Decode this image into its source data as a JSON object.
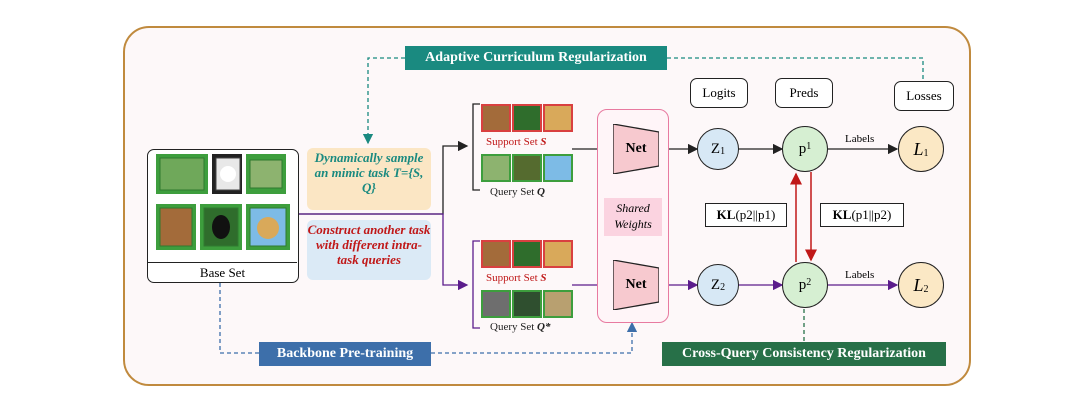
{
  "banners": {
    "top": "Adaptive Curriculum Regularization",
    "bottom_left": "Backbone Pre-training",
    "bottom_right": "Cross-Query Consistency Regularization"
  },
  "base_set": {
    "label": "Base Set"
  },
  "notes": {
    "top": "Dynamically sample an mimic task T={S, Q}",
    "bottom": "Construct another task with different intra-task queries"
  },
  "sets": {
    "support_top": {
      "text": "Support Set ",
      "symbol": "S"
    },
    "query_top": {
      "text": "Query Set ",
      "symbol": "Q"
    },
    "support_bottom": {
      "text": "Support Set ",
      "symbol": "S"
    },
    "query_bottom": {
      "text": "Query Set ",
      "symbol": "Q*"
    }
  },
  "net": {
    "top": "Net",
    "bottom": "Net",
    "shared": "Shared Weights"
  },
  "header_boxes": {
    "logits": "Logits",
    "preds": "Preds",
    "losses": "Losses"
  },
  "nodes": {
    "z1": {
      "base": "Z",
      "sub": "1"
    },
    "z2": {
      "base": "Z",
      "sub": "2"
    },
    "p1": {
      "base": "p",
      "sub": "1"
    },
    "p2": {
      "base": "p",
      "sub": "2"
    },
    "l1": {
      "base": "L",
      "sub": "1"
    },
    "l2": {
      "base": "L",
      "sub": "2"
    }
  },
  "edge_labels": {
    "labels_top": "Labels",
    "labels_bottom": "Labels"
  },
  "kl": {
    "left": {
      "bold": "KL",
      "rest": "(p2||p1)"
    },
    "right": {
      "bold": "KL",
      "rest": "(p1||p2)"
    }
  },
  "colors": {
    "teal": "#1a8a80",
    "blue": "#3d6faa",
    "green": "#277048",
    "red": "#c01818",
    "purple": "#5b1c8c",
    "circle_fill": "#d6efd2",
    "loss_fill": "#fbe8c5",
    "note_top_fill": "#fbe6c4",
    "note_bottom_fill": "#dbeaf6",
    "net_fill": "#f7c9cf",
    "shared_fill": "#fde9f0"
  }
}
